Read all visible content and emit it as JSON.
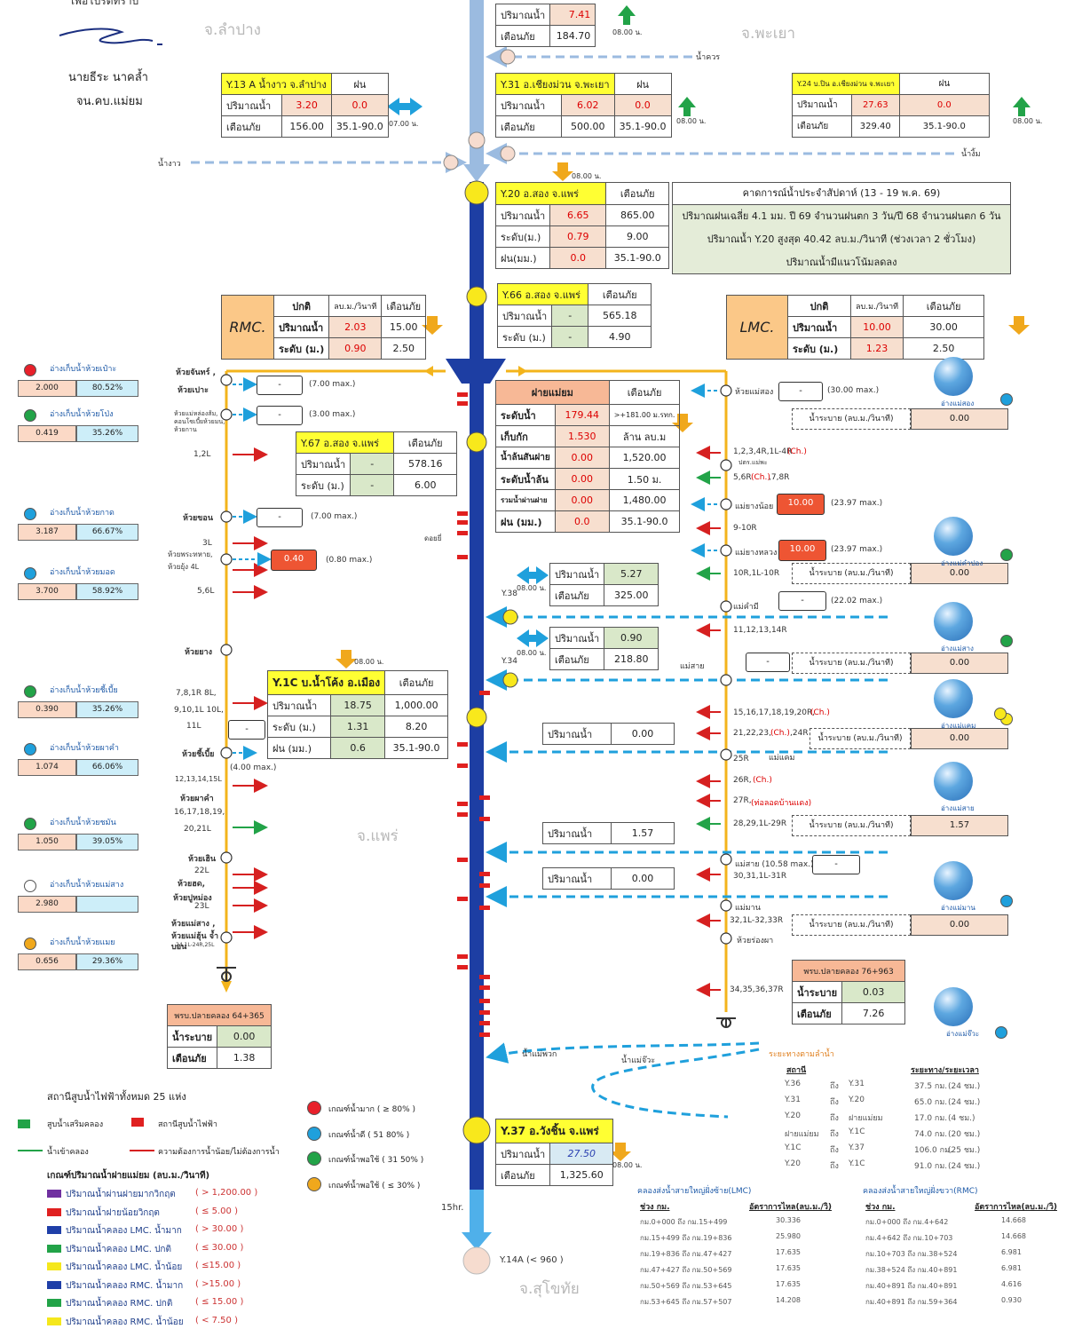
{
  "header": {
    "report_line": "เพื่อโปรดทราบ",
    "signer_name": "นายธีระ นาคล้ำ",
    "signer_title": "จน.คบ.แม่ยม"
  },
  "provinces": {
    "lampang": "จ.ลำปาง",
    "phayao": "จ.พะเยา",
    "phrae": "จ.แพร่",
    "sukhothai": "จ.สุโขทัย"
  },
  "rivers": {
    "nam_kuan": "น้ำควร",
    "nam_ngao": "น้ำงาว",
    "nam_ngim": "น้ำงิ้ม",
    "nam_mae_phuak": "น้ำแม่พวก",
    "nam_mae_chaeng": "น้ำแม่จ๊วะ"
  },
  "top_station": {
    "r1": "ปริมาณน้ำ",
    "v1": "7.41",
    "r2": "เตือนภัย",
    "v2": "184.70",
    "time": "08.00 น."
  },
  "y13a": {
    "name": "Y.13 A น้ำงาว จ.ลำปาง",
    "rain_h": "ฝน",
    "r1": "ปริมาณน้ำ",
    "v1": "3.20",
    "rain1": "0.0",
    "r2": "เตือนภัย",
    "v2": "156.00",
    "rain2": "35.1-90.0",
    "time": "07.00 น."
  },
  "y31": {
    "name": "Y.31 อ.เชียงม่วน จ.พะเยา",
    "rain_h": "ฝน",
    "r1": "ปริมาณน้ำ",
    "v1": "6.02",
    "rain1": "0.0",
    "r2": "เตือนภัย",
    "v2": "500.00",
    "rain2": "35.1-90.0",
    "time": "08.00 น."
  },
  "y24": {
    "name": "Y.24 บ.ปิน อ.เชียงม่วน จ.พะเยา",
    "rain_h": "ฝน",
    "r1": "ปริมาณน้ำ",
    "v1": "27.63",
    "rain1": "0.0",
    "r2": "เตือนภัย",
    "v2": "329.40",
    "rain2": "35.1-90.0",
    "time": "08.00 น."
  },
  "y20": {
    "name": "Y.20 อ.สอง จ.แพร่",
    "warn_h": "เตือนภัย",
    "r1": "ปริมาณน้ำ",
    "v1": "6.65",
    "w1": "865.00",
    "r2": "ระดับ(ม.)",
    "v2": "0.79",
    "w2": "9.00",
    "r3": "ฝน(มม.)",
    "v3": "0.0",
    "w3": "35.1-90.0",
    "time": "08.00 น."
  },
  "forecast": {
    "title": "คาดการณ์น้ำประจำสัปดาห์ (13 - 19 พ.ค. 69)",
    "l1": "ปริมาณฝนเฉลี่ย 4.1 มม. ปี 69 จำนวนฝนตก 3 วัน/ปี 68 จำนวนฝนตก 6 วัน",
    "l2": "ปริมาณน้ำ Y.20 สูงสุด 40.42 ลบ.ม./วินาที (ช่วงเวลา 2 ชั่วโมง)",
    "l3": "ปริมาณน้ำมีแนวโน้มลดลง"
  },
  "y66": {
    "name": "Y.66 อ.สอง จ.แพร่",
    "warn_h": "เตือนภัย",
    "r1": "ปริมาณน้ำ",
    "v1": "-",
    "w1": "565.18",
    "r2": "ระดับ (ม.)",
    "v2": "-",
    "w2": "4.90"
  },
  "rmc": {
    "name": "RMC.",
    "h1": "ปกติ",
    "h2": "ลบ.ม./วินาที",
    "h3": "เตือนภัย",
    "r1": "ปริมาณน้ำ",
    "v1": "2.03",
    "w1": "15.00",
    "r2": "ระดับ (ม.)",
    "v2": "0.90",
    "w2": "2.50"
  },
  "lmc": {
    "name": "LMC.",
    "h1": "ปกติ",
    "h2": "ลบ.ม./วินาที",
    "h3": "เตือนภัย",
    "r1": "ปริมาณน้ำ",
    "v1": "10.00",
    "w1": "30.00",
    "r2": "ระดับ (ม.)",
    "v2": "1.23",
    "w2": "2.50"
  },
  "dam": {
    "name": "ฝายแม่ยม",
    "warn_h": "เตือนภัย",
    "rows": [
      {
        "l": "ระดับน้ำ",
        "v": "179.44",
        "w": ">+181.00 ม.รทก."
      },
      {
        "l": "เก็บกัก",
        "v": "1.530",
        "w": "ล้าน ลบ.ม"
      },
      {
        "l": "น้ำล้นสันฝาย",
        "v": "0.00",
        "w": "1,520.00"
      },
      {
        "l": "ระดับน้ำล้น",
        "v": "0.00",
        "w": "1.50 ม."
      },
      {
        "l": "รวมน้ำผ่านฝาย",
        "v": "0.00",
        "w": "1,480.00"
      },
      {
        "l": "ฝน (มม.)",
        "v": "0.0",
        "w": "35.1-90.0"
      }
    ]
  },
  "y67": {
    "name": "Y.67 อ.สอง จ.แพร่",
    "warn_h": "เตือนภัย",
    "r1": "ปริมาณน้ำ",
    "v1": "-",
    "w1": "578.16",
    "r2": "ระดับ (ม.)",
    "v2": "-",
    "w2": "6.00"
  },
  "y38": {
    "code": "Y.38",
    "r1": "ปริมาณน้ำ",
    "v1": "5.27",
    "r2": "เตือนภัย",
    "v2": "325.00",
    "time": "08.00 น."
  },
  "y34": {
    "code": "Y.34",
    "r1": "ปริมาณน้ำ",
    "v1": "0.90",
    "r2": "เตือนภัย",
    "v2": "218.80",
    "time": "08.00 น."
  },
  "y1c": {
    "name": "Y.1C บ.น้ำโค้ง อ.เมือง",
    "warn_h": "เตือนภัย",
    "r1": "ปริมาณน้ำ",
    "v1": "18.75",
    "w1": "1,000.00",
    "r2": "ระดับ (ม.)",
    "v2": "1.31",
    "w2": "8.20",
    "r3": "ฝน (มม.)",
    "v3": "0.6",
    "w3": "35.1-90.0",
    "time": "08.00 น."
  },
  "y37": {
    "name": "Y.37 อ.วังชิ้น จ.แพร่",
    "r1": "ปริมาณน้ำ",
    "v1": "27.50",
    "r2": "เตือนภัย",
    "v2": "1,325.60",
    "time": "08.00 น."
  },
  "y14a": {
    "label": "Y.14A (< 960 )",
    "time": "15hr."
  },
  "reservoirs_left": [
    {
      "name": "อ่างเก็บน้ำห้วยเป๋าะ",
      "a": "2.000",
      "p": "80.52%",
      "color": "#e8202a"
    },
    {
      "name": "อ่างเก็บน้ำห้วยโป่ง",
      "a": "0.419",
      "p": "35.26%",
      "color": "#22a348"
    },
    {
      "name": "อ่างเก็บน้ำห้วยกาด",
      "a": "3.187",
      "p": "66.67%",
      "color": "#1fa0dc"
    },
    {
      "name": "อ่างเก็บน้ำห้วยมอด",
      "a": "3.700",
      "p": "58.92%",
      "color": "#1fa0dc"
    },
    {
      "name": "อ่างเก็บน้ำห้วยชี้เบี้ย",
      "a": "0.390",
      "p": "35.26%",
      "color": "#22a348"
    },
    {
      "name": "อ่างเก็บน้ำห้วยผาคำ",
      "a": "1.074",
      "p": "66.06%",
      "color": "#1fa0dc"
    },
    {
      "name": "อ่างเก็บน้ำห้วยชมัน",
      "a": "1.050",
      "p": "39.05%",
      "color": "#22a348"
    },
    {
      "name": "อ่างเก็บน้ำห้วยแม่สาง",
      "a": "2.980",
      "p": "",
      "color": "#ffffff"
    },
    {
      "name": "อ่างเก็บน้ำห้วยแมย",
      "a": "0.656",
      "p": "29.36%",
      "color": "#f0a81c"
    }
  ],
  "left_canal": {
    "villages": [
      "ห้วยจันทร์ ,",
      "ห้วยเปาะ",
      "ห้วยขอน",
      "ห้วยยาง",
      "ห้วยชี้เบี้ย",
      "ห้วยผาคำ",
      "ห้วยเฮิน",
      "ห้วยฮด,",
      "ห้วยปูหม่อง",
      "ห้วยแม่สาง ,",
      "ห้วยแม่ฮุ้น จ้ำบอน"
    ],
    "small_a": "ห้วยแม่หล่องส้ม,\nคอนโซเบี้ยห้วยมน,\nห้วยกาน",
    "small_b": "ห้วยพระทหาย,\nห้วยยุ้ง 4L",
    "outlets": [
      "1,2L",
      "3L",
      "5,6L",
      "7,8,1R 8L,",
      "9,10,1L 10L,",
      "11L",
      "12,13,14,15L",
      "16,17,18,19,",
      "20,21L",
      "22L",
      "23L",
      "24,1L-24R,25L"
    ],
    "gates": [
      {
        "v": "-",
        "m": "(7.00 max.)"
      },
      {
        "v": "-",
        "m": "(3.00 max.)"
      },
      {
        "v": "-",
        "m": "(7.00 max.)"
      },
      {
        "v": "0.40",
        "m": "(0.80 max.)"
      },
      {
        "v": "-",
        "m": "(4.00 max.)"
      }
    ],
    "doiyi": "ดอยยี่"
  },
  "right_canal": {
    "villages": [
      "ห้วยแม่สอง",
      "ปตร.แม่พะ",
      "แม่ยางน้อย",
      "แม่ยางหลวง",
      "แม่คำมี",
      "แม่สาย",
      "แม่แคม",
      "แม่สาย (10.58 max.)",
      "แม่มาน",
      "ห้วยร่องผา"
    ],
    "outlets": [
      "1,2,3,4R,1L-4R",
      "(Ch.)",
      "5,6R",
      "(Ch.)",
      ",7,8R",
      "9-10R",
      "10R,1L-10R",
      "11,12,13,14R",
      "15,16,17,18,19,20R,",
      "(Ch.)",
      "21,22,23,",
      "(Ch.)",
      ",24R",
      "25R",
      "26R,",
      "(Ch.)",
      "27R,",
      "(ท่อลอดบ้านแดง)",
      "28,29,1L-29R",
      "30,31,1L-31R",
      "32,1L-32,33R",
      "34,35,36,37R"
    ],
    "gates": [
      {
        "v": "-",
        "m": "(30.00 max.)"
      },
      {
        "v": "10.00",
        "m": "(23.97 max.)"
      },
      {
        "v": "10.00",
        "m": "(23.97 max.)"
      },
      {
        "v": "-",
        "m": "(22.02 max.)"
      },
      {
        "v": "-",
        "m": ""
      },
      {
        "v": "-",
        "m": ""
      }
    ]
  },
  "release": {
    "label": "น้ำระบาย (ลบ.ม./วินาที)",
    "items": [
      {
        "v": "0.00",
        "cap": "อ่างแม่สอง"
      },
      {
        "v": "0.00",
        "cap": "อ่างแม่คำปอง"
      },
      {
        "v": "0.00",
        "cap": "อ่างแม่สาง"
      },
      {
        "v": "0.00",
        "cap": "อ่างแม่แคม"
      },
      {
        "v": "1.57",
        "cap": "อ่างแม่สาย"
      },
      {
        "v": "0.00",
        "cap": "อ่างแม่มาน"
      }
    ],
    "last_cap": "อ่างแม่จ๊วะ"
  },
  "mid_flows": [
    {
      "l": "ปริมาณน้ำ",
      "v": "0.00"
    },
    {
      "l": "ปริมาณน้ำ",
      "v": "1.57"
    },
    {
      "l": "ปริมาณน้ำ",
      "v": "0.00"
    }
  ],
  "rmc_end": {
    "title": "พรบ.ปลายคลอง 64+365",
    "r1": "น้ำระบาย",
    "v1": "0.00",
    "r2": "เตือนภัย",
    "v2": "1.38"
  },
  "lmc_end": {
    "title": "พรบ.ปลายคลอง 76+963",
    "r1": "น้ำระบาย",
    "v1": "0.03",
    "r2": "เตือนภัย",
    "v2": "7.26"
  },
  "legend": {
    "pump_title": "สถานีสูบน้ำไฟฟ้าทั้งหมด 25 แห่ง",
    "items": [
      "สูบน้ำเสริมคลอง",
      "สถานีสูบน้ำไฟฟ้า",
      "น้ำเข้าคลอง",
      "ความต้องการน้ำน้อย/ไม่ต้องการน้ำ"
    ],
    "criteria_title": "เกณฑ์ปริมาณน้ำฝายแม่ยม (ลบ.ม./วินาที)",
    "criteria": [
      {
        "t": "ปริมาณน้ำผ่านฝายมากวิกฤต",
        "r": "( > 1,200.00 )",
        "c": "#7030a0"
      },
      {
        "t": "ปริมาณน้ำฝายน้อยวิกฤต",
        "r": "( ≤ 5.00 )",
        "c": "#e02020"
      },
      {
        "t": "ปริมาณน้ำคลอง LMC. น้ำมาก",
        "r": "( > 30.00 )",
        "c": "#1f3fa8"
      },
      {
        "t": "ปริมาณน้ำคลอง LMC. ปกติ",
        "r": "( ≤ 30.00 )",
        "c": "#22a348"
      },
      {
        "t": "ปริมาณน้ำคลอง LMC. น้ำน้อย",
        "r": "( ≤15.00 )",
        "c": "#f5e71c"
      },
      {
        "t": "ปริมาณน้ำคลอง RMC. น้ำมาก",
        "r": "( >15.00 )",
        "c": "#1f3fa8"
      },
      {
        "t": "ปริมาณน้ำคลอง RMC. ปกติ",
        "r": "( ≤ 15.00 )",
        "c": "#22a348"
      },
      {
        "t": "ปริมาณน้ำคลอง RMC. น้ำน้อย",
        "r": "( < 7.50 )",
        "c": "#f5e71c"
      }
    ],
    "levels": [
      {
        "t": "เกณฑ์น้ำมาก ( ≥ 80% )",
        "c": "#e8202a"
      },
      {
        "t": "เกณฑ์น้ำดี ( 51 80% )",
        "c": "#1fa0dc"
      },
      {
        "t": "เกณฑ์น้ำพอใช้ ( 31 50% )",
        "c": "#22a348"
      },
      {
        "t": "เกณฑ์น้ำพอใช้ ( ≤ 30% )",
        "c": "#f0a81c"
      }
    ]
  },
  "travel": {
    "title": "ระยะทางตามลำน้ำ",
    "h1": "สถานี",
    "h2": "ระยะทาง/ระยะเวลา",
    "rows": [
      {
        "a": "Y.36",
        "to": "ถึง",
        "b": "Y.31",
        "d": "37.5 กม.",
        "t": "(24 ชม.)"
      },
      {
        "a": "Y.31",
        "to": "ถึง",
        "b": "Y.20",
        "d": "65.0 กม.",
        "t": "(24 ชม.)"
      },
      {
        "a": "Y.20",
        "to": "ถึง",
        "b": "ฝายแม่ยม",
        "d": "17.0 กม.",
        "t": "(4 ชม.)"
      },
      {
        "a": "ฝายแม่ยม",
        "to": "ถึง",
        "b": "Y.1C",
        "d": "74.0 กม.",
        "t": "(20 ชม.)"
      },
      {
        "a": "Y.1C",
        "to": "ถึง",
        "b": "Y.37",
        "d": "106.0 กม.",
        "t": "(25 ชม.)"
      },
      {
        "a": "Y.20",
        "to": "ถึง",
        "b": "Y.1C",
        "d": "91.0 กม.",
        "t": "(24 ชม.)"
      }
    ]
  },
  "lmc_capacity": {
    "title": "คลองส่งน้ำสายใหญ่ฝั่งซ้าย(LMC)",
    "h1": "ช่วง กม.",
    "h2": "อัตราการไหล(ลบ.ม./วิ)",
    "rows": [
      {
        "s": "กม.0+000  ถึง  กม.15+499",
        "v": "30.336"
      },
      {
        "s": "กม.15+499  ถึง  กม.19+836",
        "v": "25.980"
      },
      {
        "s": "กม.19+836  ถึง  กม.47+427",
        "v": "17.635"
      },
      {
        "s": "กม.47+427  ถึง  กม.50+569",
        "v": "17.635"
      },
      {
        "s": "กม.50+569  ถึง  กม.53+645",
        "v": "17.635"
      },
      {
        "s": "กม.53+645  ถึง  กม.57+507",
        "v": "14.208"
      }
    ]
  },
  "rmc_capacity": {
    "title": "คลองส่งน้ำสายใหญ่ฝั่งขวา(RMC)",
    "h1": "ช่วง กม.",
    "h2": "อัตราการไหล(ลบ.ม./วิ)",
    "rows": [
      {
        "s": "กม.0+000  ถึง  กม.4+642",
        "v": "14.668"
      },
      {
        "s": "กม.4+642  ถึง  กม.10+703",
        "v": "14.668"
      },
      {
        "s": "กม.10+703  ถึง  กม.38+524",
        "v": "6.981"
      },
      {
        "s": "กม.38+524  ถึง  กม.40+891",
        "v": "6.981"
      },
      {
        "s": "กม.40+891  ถึง  กม.40+891",
        "v": "4.616"
      },
      {
        "s": "กม.40+891  ถึง  กม.59+364",
        "v": "0.930"
      }
    ]
  }
}
